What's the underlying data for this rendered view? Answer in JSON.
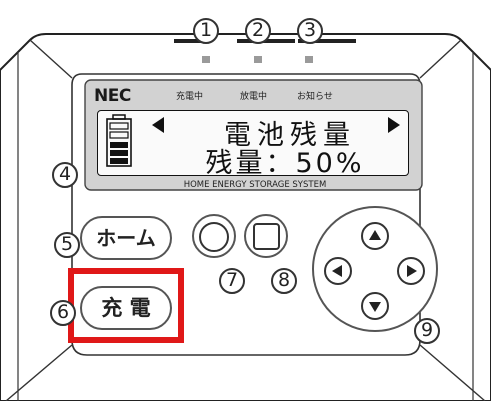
{
  "indicators": [
    {
      "number": "1",
      "label": "充電中"
    },
    {
      "number": "2",
      "label": "放電中"
    },
    {
      "number": "3",
      "label": "お知らせ"
    }
  ],
  "brand": "NEC",
  "display": {
    "line1": "電池残量",
    "line2": "残量：50%",
    "system_name": "HOME ENERGY STORAGE SYSTEM"
  },
  "callouts": {
    "display": "4",
    "home": "5",
    "charge": "6",
    "circle": "7",
    "square": "8",
    "dpad": "9"
  },
  "buttons": {
    "home_label": "ホーム",
    "charge_label": "充 電"
  },
  "colors": {
    "highlight": "#e01818",
    "led": "#9a9a9a"
  },
  "icons": {
    "battery": "battery-level-icon",
    "dpad_up": "arrow-up-icon",
    "dpad_down": "arrow-down-icon",
    "dpad_left": "arrow-left-icon",
    "dpad_right": "arrow-right-icon"
  }
}
